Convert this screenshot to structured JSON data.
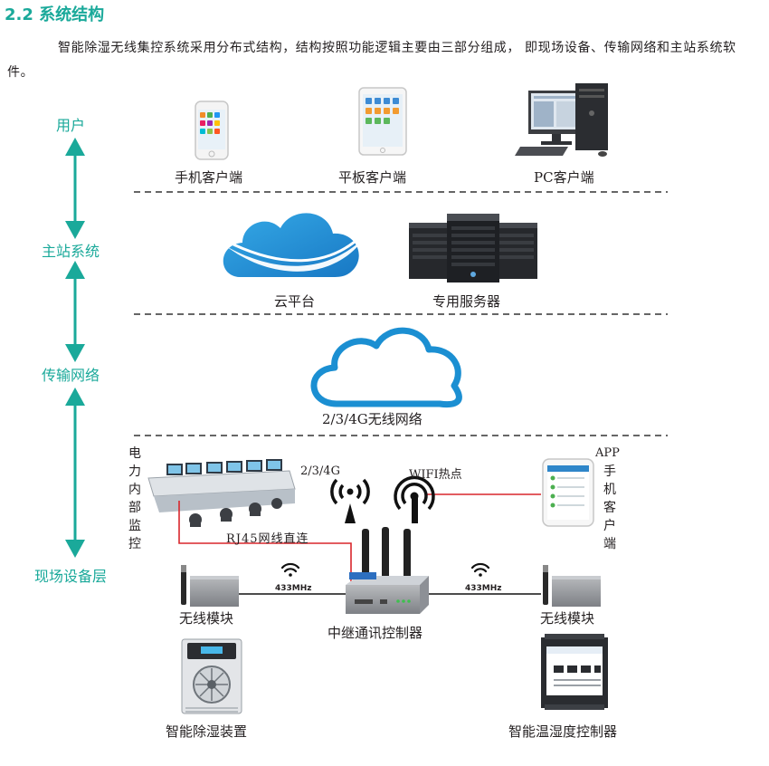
{
  "section_title": "2.2 系统结构",
  "intro": "智能除湿无线集控系统采用分布式结构，结构按照功能逻辑主要由三部分组成， 即现场设备、传输网络和主站系统软件。",
  "layers": {
    "user": "用户",
    "master": "主站系统",
    "network": "传输网络",
    "field": "现场设备层"
  },
  "clients": {
    "phone": "手机客户端",
    "tablet": "平板客户端",
    "pc": "PC客户端"
  },
  "master": {
    "cloud": "云平台",
    "server": "专用服务器"
  },
  "network": {
    "wireless": "2/3/4G无线网络"
  },
  "field": {
    "control_room": "电力内部监控",
    "signal_234g": "2/3/4G",
    "wifi": "WIFI热点",
    "app": "APP",
    "app_vertical": "手机客户端",
    "rj45": "RJ45网线直连",
    "freq_left": "433MHz",
    "freq_right": "433MHz",
    "relay": "中继通讯控制器",
    "module_left": "无线模块",
    "module_right": "无线模块",
    "dehumidifier": "智能除湿装置",
    "controller": "智能温湿度控制器"
  },
  "colors": {
    "teal": "#1aa99a",
    "blue": "#1b8fd2",
    "red": "#d9262c",
    "dash": "#333333"
  }
}
